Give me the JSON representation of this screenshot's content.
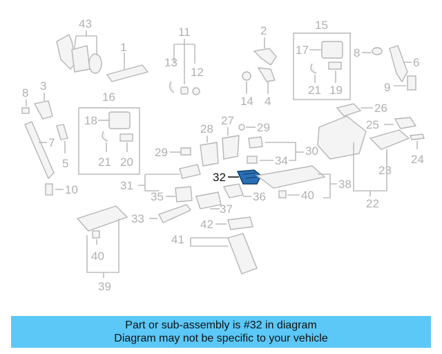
{
  "diagram": {
    "labels": {
      "n43": "43",
      "n1": "1",
      "n11": "11",
      "n13": "13",
      "n12": "12",
      "n2": "2",
      "n14": "14",
      "n4": "4",
      "n15": "15",
      "n17": "17",
      "n21a": "21",
      "n19": "19",
      "n8a": "8",
      "n6": "6",
      "n9": "9",
      "n8b": "8",
      "n3": "3",
      "n16": "16",
      "n18": "18",
      "n21b": "21",
      "n20": "20",
      "n7": "7",
      "n5": "5",
      "n27": "27",
      "n29a": "29",
      "n28": "28",
      "n26": "26",
      "n25": "25",
      "n24": "24",
      "n29b": "29",
      "n30": "30",
      "n34": "34",
      "n23": "23",
      "n32": "32",
      "n31": "31",
      "n10": "10",
      "n35": "35",
      "n37": "37",
      "n36": "36",
      "n40a": "40",
      "n38": "38",
      "n22": "22",
      "n33": "33",
      "n42": "42",
      "n41": "41",
      "n40b": "40",
      "n39": "39"
    },
    "highlight": {
      "part_number": "32",
      "color": "#2a6fb5"
    }
  },
  "banner": {
    "line1": "Part or sub-assembly is #32 in diagram",
    "line2": "Diagram may not be specific to your vehicle",
    "color": "#5bc8f7"
  }
}
